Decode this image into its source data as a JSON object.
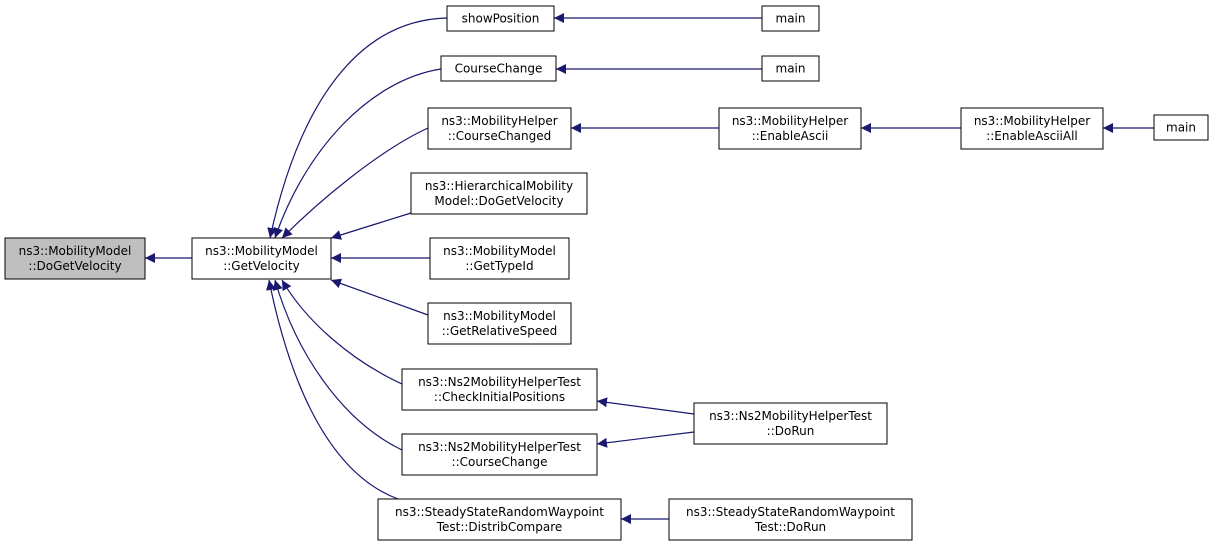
{
  "graph": {
    "colors": {
      "node_fill": "#ffffff",
      "root_fill": "#bfbfbf",
      "border": "#000000",
      "edge": "#191970"
    },
    "nodes": [
      {
        "id": "n0",
        "lines": [
          "ns3::MobilityModel",
          "::DoGetVelocity"
        ],
        "root": true
      },
      {
        "id": "n1",
        "lines": [
          "ns3::MobilityModel",
          "::GetVelocity"
        ]
      },
      {
        "id": "n2",
        "lines": [
          "showPosition"
        ]
      },
      {
        "id": "n3",
        "lines": [
          "main"
        ]
      },
      {
        "id": "n4",
        "lines": [
          "CourseChange"
        ]
      },
      {
        "id": "n5",
        "lines": [
          "main"
        ]
      },
      {
        "id": "n6",
        "lines": [
          "ns3::MobilityHelper",
          "::CourseChanged"
        ]
      },
      {
        "id": "n7",
        "lines": [
          "ns3::MobilityHelper",
          "::EnableAscii"
        ]
      },
      {
        "id": "n8",
        "lines": [
          "ns3::MobilityHelper",
          "::EnableAsciiAll"
        ]
      },
      {
        "id": "n9",
        "lines": [
          "main"
        ]
      },
      {
        "id": "n10",
        "lines": [
          "ns3::HierarchicalMobility",
          "Model::DoGetVelocity"
        ]
      },
      {
        "id": "n11",
        "lines": [
          "ns3::MobilityModel",
          "::GetTypeId"
        ]
      },
      {
        "id": "n12",
        "lines": [
          "ns3::MobilityModel",
          "::GetRelativeSpeed"
        ]
      },
      {
        "id": "n13",
        "lines": [
          "ns3::Ns2MobilityHelperTest",
          "::CheckInitialPositions"
        ]
      },
      {
        "id": "n14",
        "lines": [
          "ns3::Ns2MobilityHelperTest",
          "::DoRun"
        ]
      },
      {
        "id": "n15",
        "lines": [
          "ns3::Ns2MobilityHelperTest",
          "::CourseChange"
        ]
      },
      {
        "id": "n16",
        "lines": [
          "ns3::SteadyStateRandomWaypoint",
          "Test::DistribCompare"
        ]
      },
      {
        "id": "n17",
        "lines": [
          "ns3::SteadyStateRandomWaypoint",
          "Test::DoRun"
        ]
      }
    ],
    "edges": [
      {
        "from": "n1",
        "to": "n0"
      },
      {
        "from": "n2",
        "to": "n1"
      },
      {
        "from": "n4",
        "to": "n1"
      },
      {
        "from": "n6",
        "to": "n1"
      },
      {
        "from": "n10",
        "to": "n1"
      },
      {
        "from": "n11",
        "to": "n1"
      },
      {
        "from": "n12",
        "to": "n1"
      },
      {
        "from": "n13",
        "to": "n1"
      },
      {
        "from": "n15",
        "to": "n1"
      },
      {
        "from": "n16",
        "to": "n1"
      },
      {
        "from": "n3",
        "to": "n2"
      },
      {
        "from": "n5",
        "to": "n4"
      },
      {
        "from": "n7",
        "to": "n6"
      },
      {
        "from": "n8",
        "to": "n7"
      },
      {
        "from": "n9",
        "to": "n8"
      },
      {
        "from": "n14",
        "to": "n13"
      },
      {
        "from": "n14",
        "to": "n15"
      },
      {
        "from": "n17",
        "to": "n16"
      }
    ]
  }
}
